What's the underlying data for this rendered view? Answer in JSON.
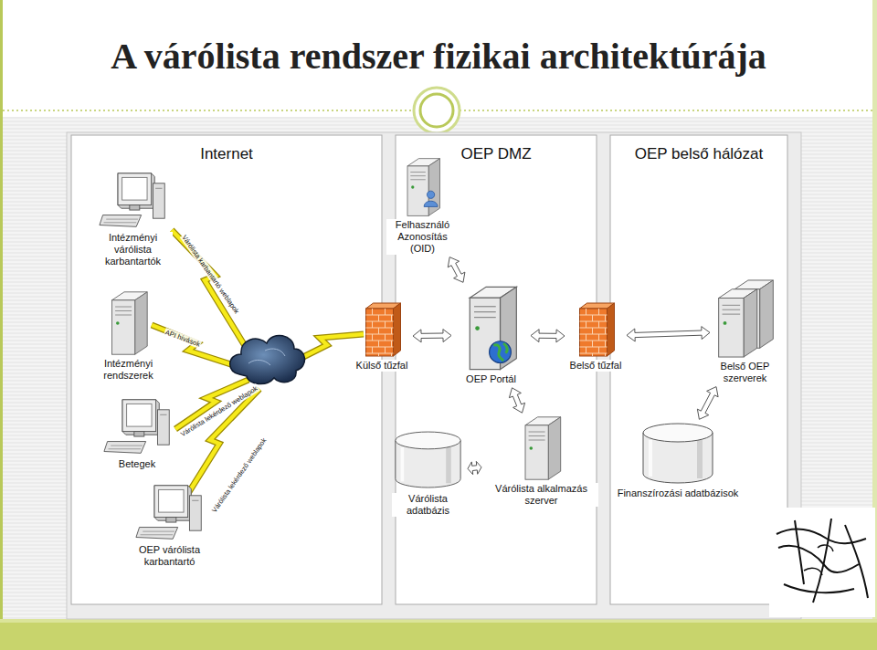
{
  "diagram": {
    "title": "A várólista rendszer fizikai architektúrája",
    "nodes": [
      {
        "text": [
          "Internet"
        ]
      },
      {
        "text": [
          "Intézményi várólista karbantartók"
        ],
        "in": 0
      },
      {
        "text": [
          "Intézményi rendszerek"
        ],
        "in": 0
      },
      {
        "text": [
          "Betegek"
        ],
        "in": 0
      },
      {
        "text": [
          "OEP várólista karbantartó"
        ],
        "in": 0
      },
      {
        "text": [
          "OEP DMZ"
        ]
      },
      {
        "text": [
          "Felhasználó Azonosítás (OID)"
        ],
        "in": 5
      },
      {
        "text": [
          "Külső tűzfal"
        ]
      },
      {
        "text": [
          "OEP Portál"
        ],
        "in": 5
      },
      {
        "text": [
          "Belső tűzfal"
        ]
      },
      {
        "text": [
          "Várólista adatbázis"
        ],
        "in": 5
      },
      {
        "text": [
          "Várólista alkalmazás szerver"
        ],
        "in": 5
      },
      {
        "text": [
          "OEP belső hálózat"
        ]
      },
      {
        "text": [
          "Belső OEP szerverek"
        ],
        "in": 12
      },
      {
        "text": [
          "Finanszírozási adatbázisok"
        ],
        "in": 12
      }
    ],
    "edges": [
      {
        "from": 6,
        "to": 8,
        "arrow": "both"
      },
      {
        "from": 7,
        "to": 8,
        "arrow": "both"
      },
      {
        "from": 8,
        "to": 9,
        "arrow": "both"
      },
      {
        "from": 9,
        "to": 13,
        "arrow": "both"
      },
      {
        "from": 8,
        "to": 11,
        "arrow": "both"
      },
      {
        "from": 10,
        "to": 11,
        "arrow": "both"
      },
      {
        "from": 13,
        "to": 14,
        "arrow": "both"
      }
    ],
    "labels": [
      "Várólista karbantartó weblapok",
      "API hívások",
      "Várólista lekérdező weblapok",
      "Várólista lekérdező weblapok"
    ]
  }
}
